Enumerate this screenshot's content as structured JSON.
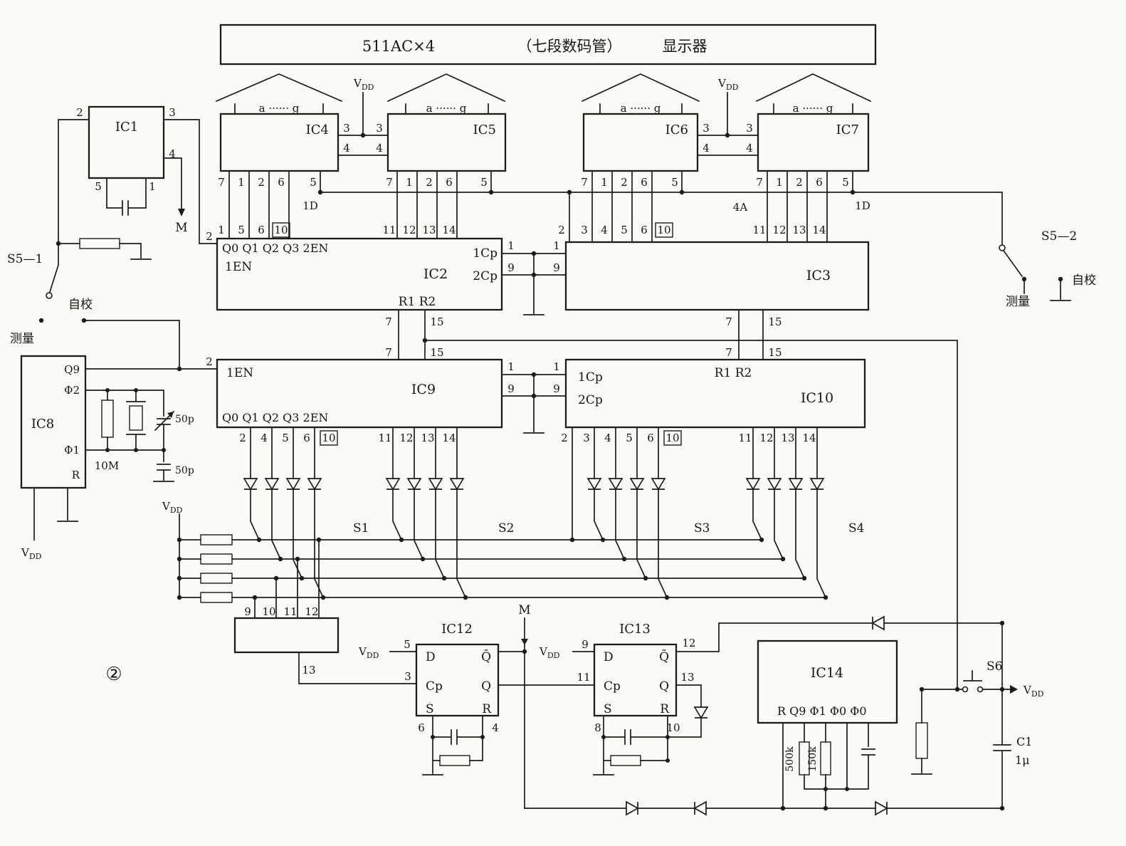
{
  "title": {
    "model": "511AC×4",
    "tube": "（七段数码管）",
    "display": "显示器"
  },
  "seg_label": "a ······ g",
  "ic": {
    "ic1": "IC1",
    "ic2": "IC2",
    "ic3": "IC3",
    "ic4": "IC4",
    "ic5": "IC5",
    "ic6": "IC6",
    "ic7": "IC7",
    "ic8": "IC8",
    "ic9": "IC9",
    "ic10": "IC10",
    "ic12": "IC12",
    "ic13": "IC13",
    "ic14": "IC14"
  },
  "ic2_labels": {
    "q_row": "Q0 Q1 Q2 Q3 2EN",
    "en": "1EN",
    "cp1": "1Cp",
    "cp2": "2Cp",
    "rr": "R1  R2"
  },
  "ic9_labels": {
    "q_row": "Q0 Q1 Q2 Q3 2EN",
    "en": "1EN"
  },
  "ic10_labels": {
    "cp1": "1Cp",
    "cp2": "2Cp",
    "rr": "R1  R2"
  },
  "ic8_labels": {
    "q9": "Q9",
    "phi2": "Φ2",
    "phi1": "Φ1",
    "r": "R"
  },
  "ff_labels": {
    "d": "D",
    "cp": "Cp",
    "s": "S",
    "r": "R",
    "q": "Q",
    "qbar": "Q̄"
  },
  "ic14_labels": {
    "row": "R  Q9 Φ1 Φ0 Φ0",
    "r500": "500k",
    "r150": "150k"
  },
  "switches": {
    "s1": "S1",
    "s2": "S2",
    "s3": "S3",
    "s4": "S4",
    "s5_1": "S5—1",
    "s5_2": "S5—2",
    "s6": "S6"
  },
  "modes": {
    "measure": "测量",
    "selfcal": "自校"
  },
  "labels": {
    "v": "V",
    "dd": "DD",
    "m": "M",
    "d1": "1D",
    "a4": "4A",
    "c1": "C1",
    "c1_val": "1μ",
    "xtal": "10M",
    "c50": "50p",
    "fig": "②"
  },
  "pins": {
    "p3": "3",
    "p4": "4",
    "p2": "2",
    "disp_bottom": [
      "7",
      "1",
      "2",
      "6",
      "5"
    ],
    "ic2_top_left": [
      "1",
      "5",
      "6",
      "10"
    ],
    "ic2_top_right": [
      "11",
      "12",
      "13",
      "14"
    ],
    "ic3_top_left": [
      "2",
      "3",
      "4",
      "5",
      "6",
      "10"
    ],
    "ic3_top_right": [
      "11",
      "12",
      "13",
      "14"
    ],
    "link": [
      "1",
      "9"
    ],
    "p7_15": [
      "7",
      "15"
    ],
    "ic9_bottom_left": [
      "2",
      "4",
      "5",
      "6",
      "10"
    ],
    "ic9_bottom_right": [
      "11",
      "12",
      "13",
      "14"
    ],
    "ic10_bottom_left": [
      "2",
      "3",
      "4",
      "5",
      "6",
      "10"
    ],
    "ic10_bottom_right": [
      "11",
      "12",
      "13",
      "14"
    ],
    "ic1_pins": [
      "2",
      "3",
      "5",
      "1",
      "4"
    ],
    "ic12_pins": [
      "5",
      "3",
      "6",
      "4"
    ],
    "ic13_pins": [
      "9",
      "11",
      "8",
      "10",
      "12",
      "13"
    ],
    "enc_pins": [
      "9",
      "10",
      "11",
      "12",
      "13"
    ]
  }
}
